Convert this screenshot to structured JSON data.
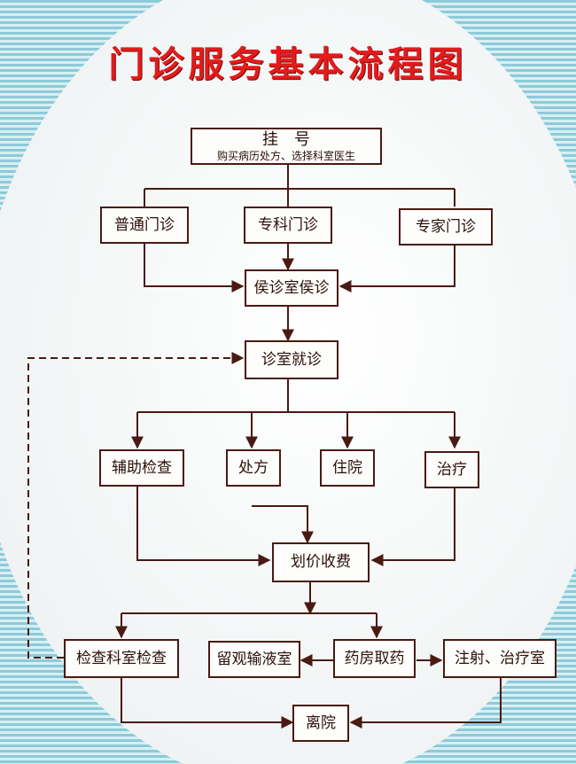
{
  "title": "门诊服务基本流程图",
  "nodes": {
    "registration": {
      "label": "挂　号",
      "sublabel": "购买病历处方、选择科室医生"
    },
    "general_clinic": {
      "label": "普通门诊"
    },
    "specialist_clinic": {
      "label": "专科门诊"
    },
    "expert_clinic": {
      "label": "专家门诊"
    },
    "waiting_room": {
      "label": "侯诊室侯诊"
    },
    "consultation": {
      "label": "诊室就诊"
    },
    "auxiliary_exam": {
      "label": "辅助检查"
    },
    "prescription": {
      "label": "处方"
    },
    "hospitalization": {
      "label": "住院"
    },
    "treatment": {
      "label": "治疗"
    },
    "billing": {
      "label": "划价收费"
    },
    "dept_exam": {
      "label": "检查科室检查"
    },
    "observation_room": {
      "label": "留观输液室"
    },
    "pharmacy": {
      "label": "药房取药"
    },
    "injection_room": {
      "label": "注射、治疗室"
    },
    "discharge": {
      "label": "离院"
    }
  },
  "colors": {
    "title": "#e31b1b",
    "line": "#4a1a12",
    "background_stripes": "#8ccbd9"
  }
}
